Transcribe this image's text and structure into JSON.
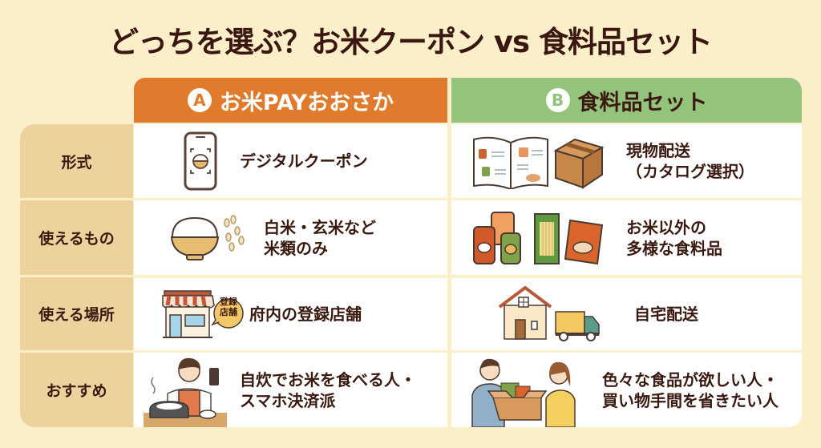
{
  "title": "どっちを選ぶ？お米クーポン vs 食料品セット",
  "columns": {
    "a": {
      "badge": "A",
      "label": "お米PAYおおさか",
      "color": "#e07a2c"
    },
    "b": {
      "badge": "B",
      "label": "食料品セット",
      "color": "#94c47c"
    }
  },
  "rows": [
    {
      "label": "形式",
      "a": {
        "icon": "smartphone-rice-bowl-icon",
        "text": "デジタルクーポン"
      },
      "b": {
        "icon": "catalog-and-box-icon",
        "text_line1": "現物配送",
        "text_line2": "（カタログ選択）"
      }
    },
    {
      "label": "使えるもの",
      "a": {
        "icon": "rice-bowl-grains-icon",
        "text_line1": "白米・玄米など",
        "text_line2": "米類のみ"
      },
      "b": {
        "icon": "canned-food-pasta-retort-icon",
        "text_line1": "お米以外の",
        "text_line2": "多様な食料品"
      }
    },
    {
      "label": "使える場所",
      "a": {
        "icon": "registered-store-icon",
        "bubble_line1": "登録",
        "bubble_line2": "店舗",
        "text": "府内の登録店舗"
      },
      "b": {
        "icon": "house-truck-icon",
        "text": "自宅配送"
      }
    },
    {
      "label": "おすすめ",
      "a": {
        "icon": "cooking-man-smartphone-icon",
        "text_line1": "自炊でお米を食べる人・",
        "text_line2": "スマホ決済派"
      },
      "b": {
        "icon": "box-handover-people-icon",
        "text_line1": "色々な食品が欲しい人・",
        "text_line2": "買い物手間を省きたい人"
      }
    }
  ]
}
